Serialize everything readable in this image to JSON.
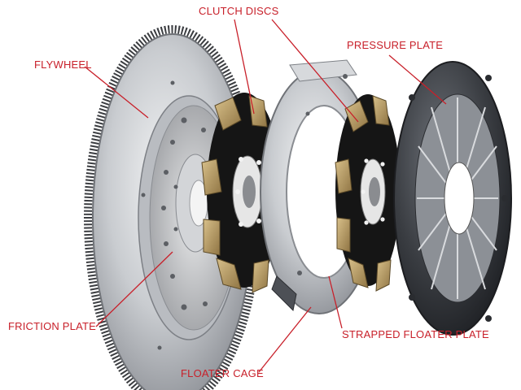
{
  "labels": {
    "clutch_discs": "CLUTCH DISCS",
    "pressure_plate": "PRESSURE PLATE",
    "flywheel": "FLYWHEEL",
    "friction_plate": "FRICTION PLATE",
    "strapped_floater_plate": "STRAPPED FLOATER PLATE",
    "floater_cage": "FLOATER CAGE"
  },
  "colors": {
    "label": "#c8202a",
    "leader": "#c8202a",
    "metal": "#c9ccd0",
    "dark_metal": "#3a3d42",
    "disc_black": "#151515",
    "friction_pad": "#b79a63"
  }
}
